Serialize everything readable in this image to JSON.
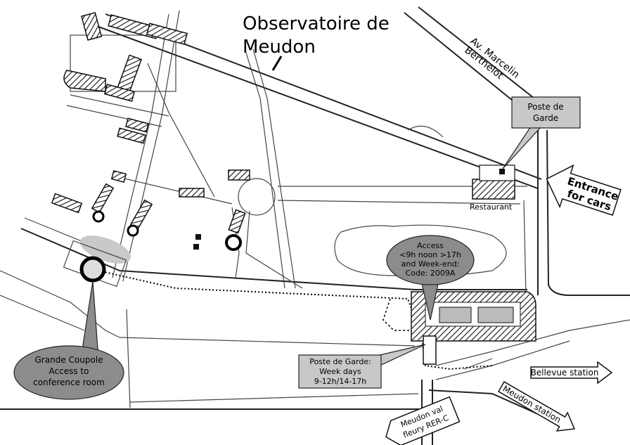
{
  "title_line1": "Observatoire de",
  "title_line2": "Meudon",
  "street_line1": "Av. Marcelin",
  "street_line2": "Berthelot",
  "poste_garde_top_line1": "Poste de",
  "poste_garde_top_line2": "Garde",
  "entrance_line1": "Entrance",
  "entrance_line2": "for cars",
  "restaurant": "Restaurant",
  "access_line1": "Access",
  "access_line2": "<9h noon >17h",
  "access_line3": "and Week-end:",
  "access_line4": "Code: 2009A",
  "coupole_line1": "Grande Coupole",
  "coupole_line2": "Access to",
  "coupole_line3": "conference room",
  "poste_garde_bottom_line1": "Poste de Garde:",
  "poste_garde_bottom_line2": "Week days",
  "poste_garde_bottom_line3": "9-12h/14-17h",
  "bellevue_station": "Bellevue station",
  "meudon_station": "Meudon station",
  "rer_line1": "Meudon val",
  "rer_line2": "fleury RER-C"
}
